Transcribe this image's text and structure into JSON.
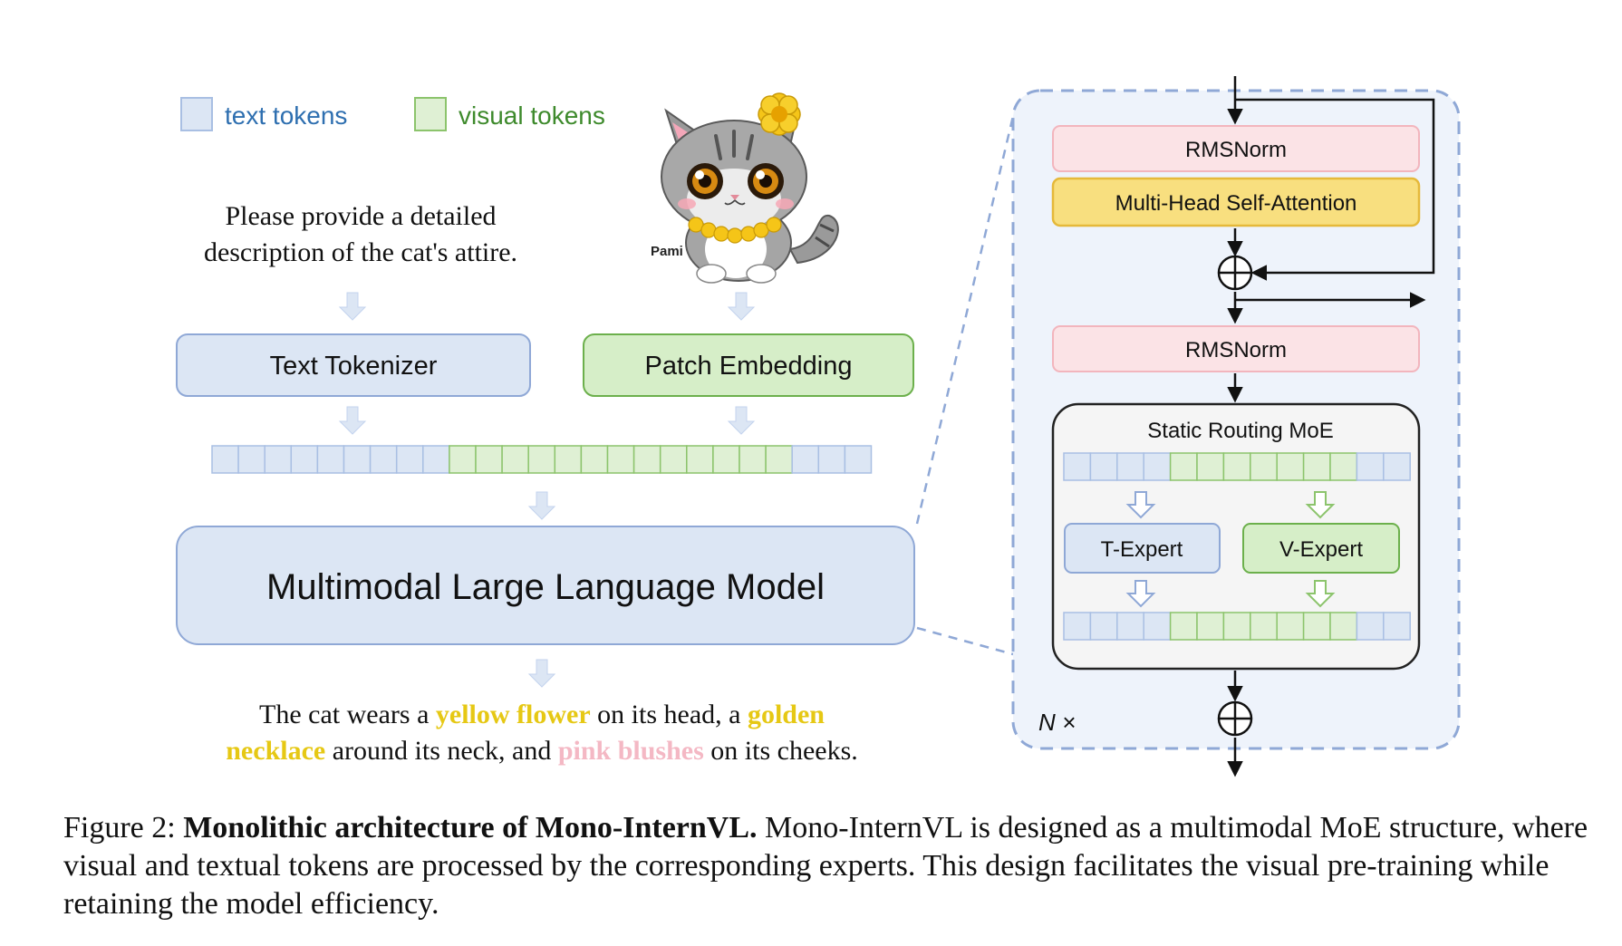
{
  "legend": {
    "text_tokens": "text tokens",
    "visual_tokens": "visual tokens",
    "text_color": "#dce6f4",
    "visual_color": "#dff0d4"
  },
  "prompt": {
    "line1": "Please provide a detailed",
    "line2": "description of the cat's attire."
  },
  "image": {
    "subject": "cartoon cat with yellow flower and golden necklace",
    "label": "Pami"
  },
  "blocks": {
    "text_tokenizer": "Text Tokenizer",
    "patch_embedding": "Patch Embedding",
    "mllm": "Multimodal Large Language Model"
  },
  "token_sequence": {
    "pattern": [
      "t",
      "t",
      "t",
      "t",
      "t",
      "t",
      "t",
      "t",
      "t",
      "v",
      "v",
      "v",
      "v",
      "v",
      "v",
      "v",
      "v",
      "v",
      "v",
      "v",
      "v",
      "v",
      "t",
      "t",
      "t"
    ]
  },
  "output": {
    "line1": [
      {
        "text": "The cat wears a ",
        "style": "plain"
      },
      {
        "text": "yellow flower",
        "style": "yellow"
      },
      {
        "text": " on its head, a ",
        "style": "plain"
      },
      {
        "text": "golden",
        "style": "yellow"
      }
    ],
    "line2": [
      {
        "text": "necklace",
        "style": "yellow"
      },
      {
        "text": " around its neck, and ",
        "style": "plain"
      },
      {
        "text": "pink blushes",
        "style": "pink"
      },
      {
        "text": " on its cheeks.",
        "style": "plain"
      }
    ],
    "colors": {
      "yellow": "#e6c814",
      "pink": "#f4b8c4"
    }
  },
  "layer": {
    "rmsnorm1": "RMSNorm",
    "mhsa": "Multi-Head Self-Attention",
    "rmsnorm2": "RMSNorm",
    "moe_title": "Static Routing MoE",
    "t_expert": "T-Expert",
    "v_expert": "V-Expert",
    "repeat": "N ×",
    "moe_tokens": [
      "t",
      "t",
      "t",
      "t",
      "v",
      "v",
      "v",
      "v",
      "v",
      "v",
      "v",
      "t",
      "t"
    ]
  },
  "caption": {
    "label": "Figure 2: ",
    "bold": "Monolithic architecture of Mono-InternVL.",
    "body": " Mono-InternVL is designed as a multimodal MoE structure, where visual and textual tokens are processed by the corresponding experts. This design facilitates the visual pre-training while retaining the model efficiency."
  },
  "colors": {
    "text_fill": "#dce6f4",
    "text_stroke": "#a9bfe3",
    "vis_fill": "#dff0d4",
    "vis_stroke": "#8cc46c",
    "pink_fill": "#fbe3e6",
    "pink_stroke": "#f2b5bd",
    "yellow_fill": "#f8df7f",
    "yellow_stroke": "#e5b93a",
    "panel_fill": "#eef3fb",
    "panel_stroke": "#8fa8d6"
  }
}
